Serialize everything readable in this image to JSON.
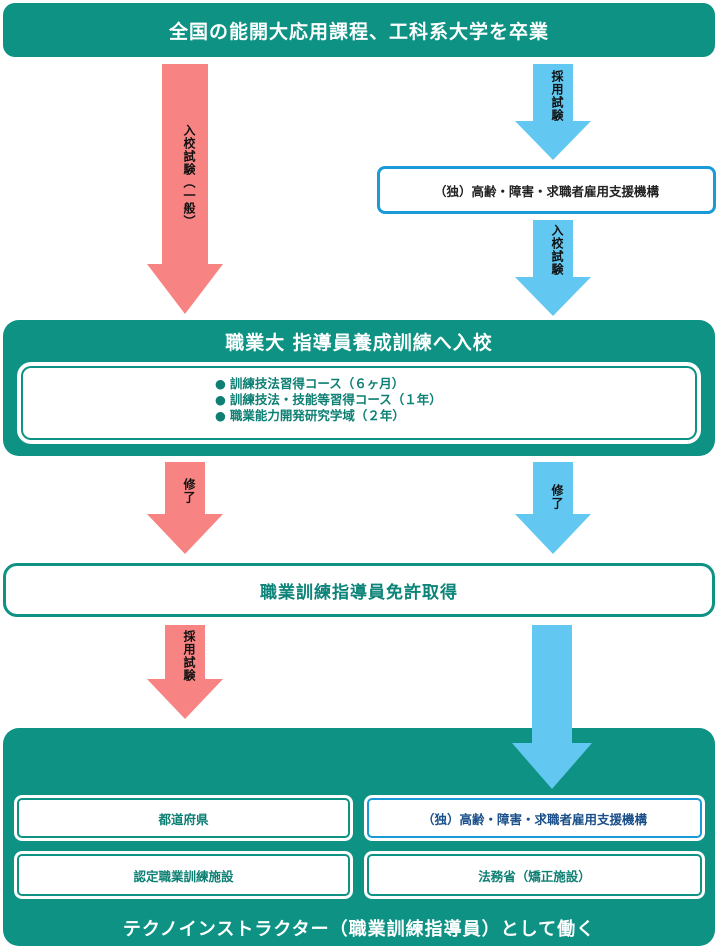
{
  "header": {
    "title": "全国の能開大応用課程、工科系大学を卒業"
  },
  "arrows": {
    "left_entrance": "入校試験（一般）",
    "right_employment_exam": "採用試験",
    "right_entrance": "入校試験",
    "left_complete": "修了",
    "right_complete": "修了",
    "left_employment_exam": "採用試験"
  },
  "org_box": {
    "label": "（独）高齢・障害・求職者雇用支援機構"
  },
  "school": {
    "title": "職業大 指導員養成訓練へ入校",
    "courses": [
      "訓練技法習得コース（６ヶ月）",
      "訓練技法・技能等習得コース（１年）",
      "職業能力開発研究学域（２年）"
    ]
  },
  "license": {
    "label": "職業訓練指導員免許取得"
  },
  "employers": {
    "items": [
      "都道府県",
      "（独）高齢・障害・求職者雇用支援機構",
      "認定職業訓練施設",
      "法務省（矯正施設）"
    ],
    "footer": "テクノインストラクター（職業訓練指導員）として働く"
  },
  "colors": {
    "teal": "#0d9284",
    "red_arrow": "#f88383",
    "blue_arrow": "#62c8f2",
    "blue_border": "#1a9bd7"
  }
}
